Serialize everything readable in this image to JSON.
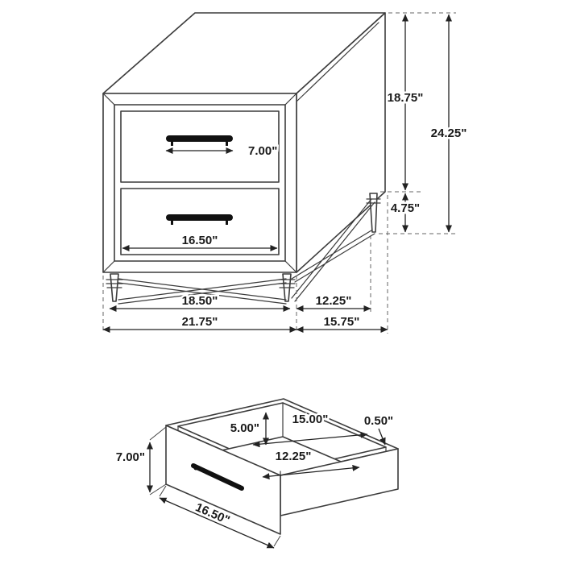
{
  "meta": {
    "description": "Two-drawer nightstand product dimension diagram with exploded drawer view",
    "units": "inches"
  },
  "colors": {
    "background": "#ffffff",
    "line": "#3c3c3c",
    "dimension_line": "#222222",
    "label_text": "#1a1a1a",
    "handle": "#111111"
  },
  "nightstand": {
    "labels": {
      "handle_width": "7.00\"",
      "drawer_opening_width": "16.50\"",
      "leg_span_width": "18.50\"",
      "overall_width": "21.75\"",
      "leg_span_depth": "12.25\"",
      "overall_depth": "15.75\"",
      "case_height": "18.75\"",
      "overall_height": "24.25\"",
      "leg_height": "4.75\""
    }
  },
  "drawer": {
    "labels": {
      "interior_width": "15.00\"",
      "side_thickness": "0.50\"",
      "interior_height": "5.00\"",
      "interior_depth": "12.25\"",
      "front_height": "7.00\"",
      "front_width": "16.50\""
    }
  }
}
